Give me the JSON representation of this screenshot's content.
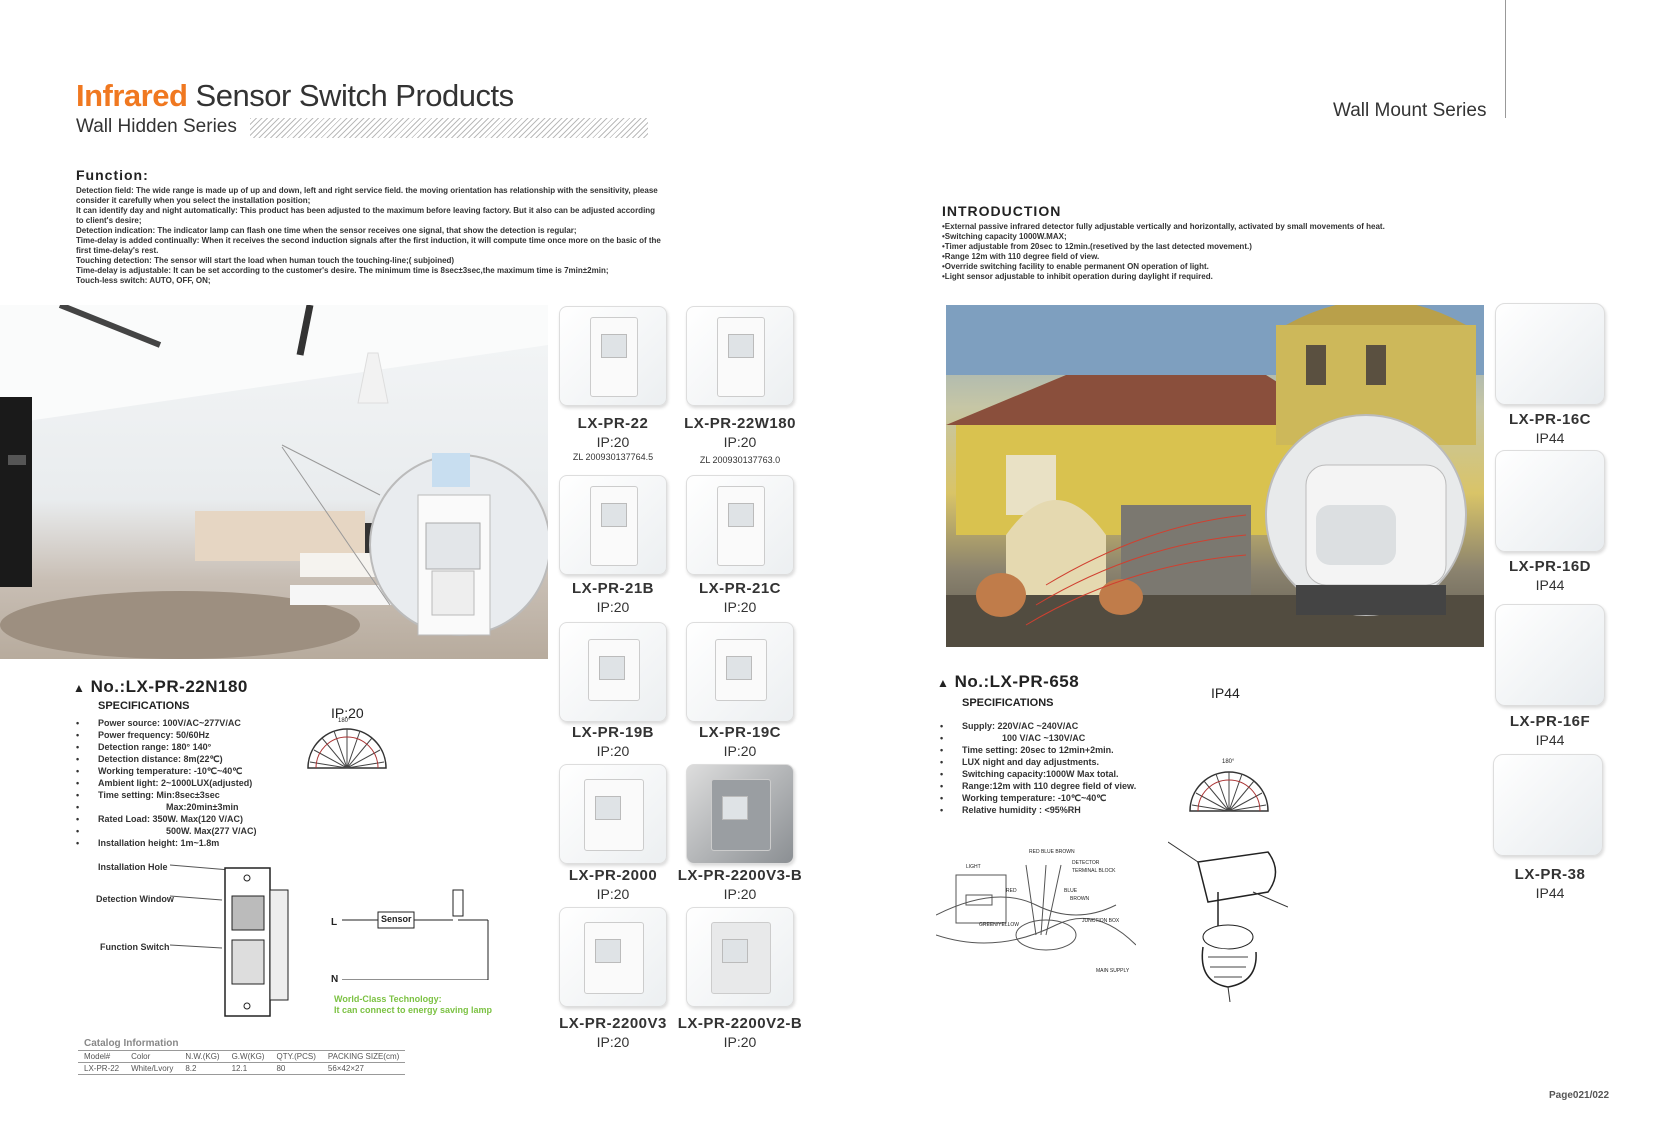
{
  "header": {
    "title_highlight": "Infrared",
    "title_rest": "Sensor Switch Products",
    "subtitle": "Wall Hidden Series",
    "right_series": "Wall Mount Series"
  },
  "function": {
    "heading": "Function:",
    "lines": [
      "Detection field: The wide range is made up of up and down, left and right service field. the moving orientation has relationship with the sensitivity, please",
      "consider it carefully when you select the installation position;",
      "It can identify day and night automatically: This product has been adjusted to the maximum before leaving factory. But it also can be adjusted according",
      "to client's desire;",
      "Detection indication: The indicator lamp can flash one time when the sensor receives one signal, that show the detection is regular;",
      "Time-delay is added continually: When it receives the second induction signals after the first induction, it will compute time once more on the basic of the",
      "first time-delay's rest.",
      "Touching detection: The sensor will start the load when human touch the touching-line;( subjoined)",
      "Time-delay is adjustable: It can be set according to the customer's desire. The minimum time is 8sec±3sec,the maximum time is 7min±2min;",
      "Touch-less switch: AUTO, OFF, ON;"
    ]
  },
  "introduction": {
    "heading": "INTRODUCTION",
    "lines": [
      "•External passive infrared detector fully adjustable vertically and horizontally, activated by small movements of heat.",
      "•Switching capacity 1000W.MAX;",
      "•Timer adjustable from 20sec to 12min.(resetived by the last detected movement.)",
      "•Range 12m with 110 degree field of view.",
      "•Override switching facility to enable permanent ON operation of light.",
      "•Light sensor adjustable to inhibit operation during daylight if required."
    ]
  },
  "products_left": [
    {
      "model": "LX-PR-22",
      "ip": "IP:20",
      "zl": "ZL 200930137764.5"
    },
    {
      "model": "LX-PR-22W180",
      "ip": "IP:20",
      "zl": "ZL 200930137763.0"
    },
    {
      "model": "LX-PR-21B",
      "ip": "IP:20",
      "zl": ""
    },
    {
      "model": "LX-PR-21C",
      "ip": "IP:20",
      "zl": ""
    },
    {
      "model": "LX-PR-19B",
      "ip": "IP:20",
      "zl": ""
    },
    {
      "model": "LX-PR-19C",
      "ip": "IP:20",
      "zl": ""
    },
    {
      "model": "LX-PR-2000",
      "ip": "IP:20",
      "zl": ""
    },
    {
      "model": "LX-PR-2200V3-B",
      "ip": "IP:20",
      "zl": ""
    },
    {
      "model": "LX-PR-2200V3",
      "ip": "IP:20",
      "zl": ""
    },
    {
      "model": "LX-PR-2200V2-B",
      "ip": "IP:20",
      "zl": ""
    }
  ],
  "products_right": [
    {
      "model": "LX-PR-16C",
      "ip": "IP44"
    },
    {
      "model": "LX-PR-16D",
      "ip": "IP44"
    },
    {
      "model": "LX-PR-16F",
      "ip": "IP44"
    },
    {
      "model": "LX-PR-38",
      "ip": "IP44"
    }
  ],
  "left_spec": {
    "model": "No.:LX-PR-22N180",
    "heading": "SPECIFICATIONS",
    "ip": "IP:20",
    "angle": "180°",
    "items": [
      "Power source: 100V/AC~277V/AC",
      "Power frequency: 50/60Hz",
      "Detection range: 180° 140°",
      "Detection distance: 8m(22℃)",
      "Working temperature: -10℃~40℃",
      "Ambient light: 2~1000LUX(adjusted)",
      "Time setting: Min:8sec±3sec",
      "Max:20min±3min",
      "Rated Load: 350W. Max(120 V/AC)",
      "500W. Max(277 V/AC)",
      "Installation height: 1m~1.8m"
    ]
  },
  "diagram_left": {
    "installation_hole": "Installation Hole",
    "detection_window": "Detection Window",
    "function_switch": "Function Switch",
    "l": "L",
    "n": "N",
    "sensor": "Sensor",
    "tech_line1": "World-Class Technology:",
    "tech_line2": "It can connect to energy saving lamp"
  },
  "catalog": {
    "heading": "Catalog Information",
    "headers": [
      "Model#",
      "Color",
      "N.W.(KG)",
      "G.W(KG)",
      "QTY.(PCS)",
      "PACKING SIZE(cm)"
    ],
    "row": [
      "LX-PR-22",
      "White/Lvory",
      "8.2",
      "12.1",
      "80",
      "56×42×27"
    ]
  },
  "right_spec": {
    "model": "No.:LX-PR-658",
    "heading": "SPECIFICATIONS",
    "ip": "IP44",
    "angle": "180°",
    "items": [
      "Supply: 220V/AC ~240V/AC",
      "100 V/AC ~130V/AC",
      "Time setting: 20sec to 12min+2min.",
      "LUX night and day adjustments.",
      "Switching capacity:1000W Max total.",
      "Range:12m with 110 degree field of view.",
      "Working temperature: -10℃~40℃",
      "Relative humidity : <95%RH"
    ]
  },
  "wiring": {
    "light": "LIGHT",
    "red_blue_brown": "RED BLUE BROWN",
    "detector": "DETECTOR",
    "terminal_block": "TERMINAL BLOCK",
    "red": "RED",
    "blue": "BLUE",
    "brown": "BROWN",
    "green_yellow": "GREEN/YELLOW",
    "junction_box": "JUNCTION BOX",
    "main_supply": "MAIN SUPPLY"
  },
  "page_number": "Page021/022"
}
